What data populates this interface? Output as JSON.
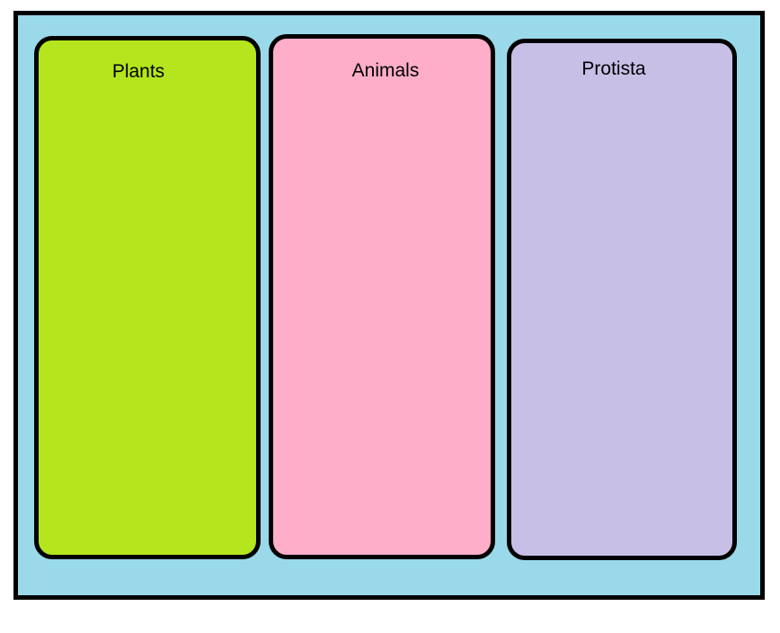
{
  "diagram": {
    "background_color": "#FFFFFF",
    "border_color": "#000000",
    "frame": {
      "fill": "#99D9EA"
    },
    "columns": [
      {
        "label": "Plants",
        "fill": "#B5E61D"
      },
      {
        "label": "Animals",
        "fill": "#FFAEC9"
      },
      {
        "label": "Protista",
        "fill": "#C8BFE7"
      }
    ]
  }
}
